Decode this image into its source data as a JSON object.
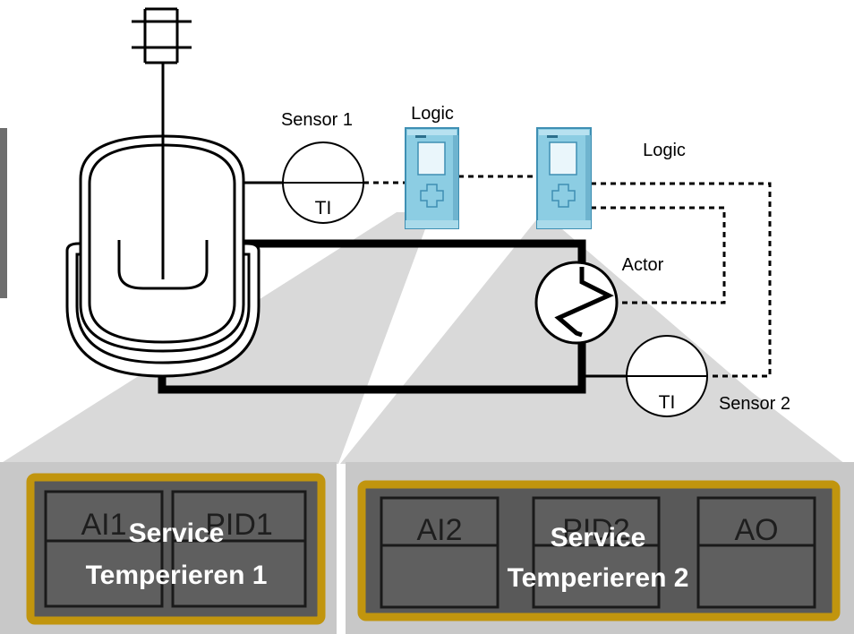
{
  "colors": {
    "background": "#ffffff",
    "pipe": "#000000",
    "plc_body": "#8ccde3",
    "plc_dark": "#3e8fb3",
    "plc_screen": "#eaf6fb",
    "zoom_fan": "#d9d9d9",
    "panel_bg": "#c8c8c8",
    "service_border": "#c1950e",
    "service_fill": "#595959",
    "module_fill": "#5f5f5f",
    "module_stroke": "#1a1a1a"
  },
  "labels": {
    "sensor1": "Sensor 1",
    "sensor1_tag": "TI",
    "logic1": "Logic",
    "logic2": "Logic",
    "actor": "Actor",
    "sensor2": "Sensor 2",
    "sensor2_tag": "TI"
  },
  "services": [
    {
      "title_line1": "Service",
      "title_line2": "Temperieren 1",
      "modules": [
        "AI1",
        "PID1"
      ]
    },
    {
      "title_line1": "Service",
      "title_line2": "Temperieren 2",
      "modules": [
        "AI2",
        "PID2",
        "AO"
      ]
    }
  ],
  "icons": [
    "agitator-motor-icon",
    "reactor-vessel-icon",
    "plc-icon",
    "heat-exchanger-icon",
    "temperature-sensor-icon"
  ]
}
